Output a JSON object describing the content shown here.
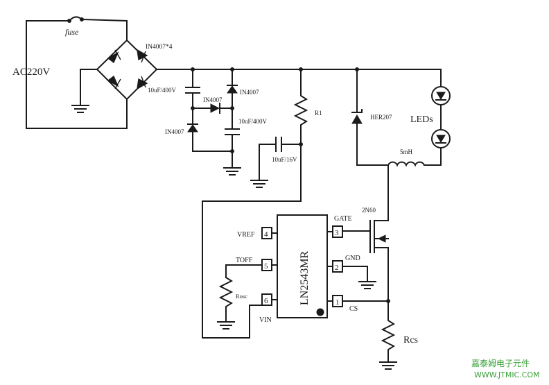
{
  "labels": {
    "ac_source": "AC220V",
    "fuse": "fuse",
    "bridge": "IN4007*4",
    "cap1": "10uF/400V",
    "diode_top": "IN4007",
    "diode_mid": "IN4007",
    "diode_low": "IN4007",
    "cap2": "10uF/400V",
    "r1": "R1",
    "cap3": "10uF/16V",
    "her": "HER207",
    "leds": "LEDs",
    "inductor": "5mH",
    "mosfet": "2N60",
    "ic": "LN2543MR",
    "vref": "VREF",
    "toff": "TOFF",
    "rosc": "Rosc",
    "vin": "VIN",
    "gate": "GATE",
    "gnd": "GND",
    "cs": "CS",
    "rcs": "Rcs"
  },
  "pins": {
    "p4": "4",
    "p5": "5",
    "p6": "6",
    "p3": "3",
    "p2": "2",
    "p1": "1"
  },
  "watermark": {
    "cn": "嘉泰姆电子元件",
    "url": "WWW.JTMIC.COM"
  }
}
